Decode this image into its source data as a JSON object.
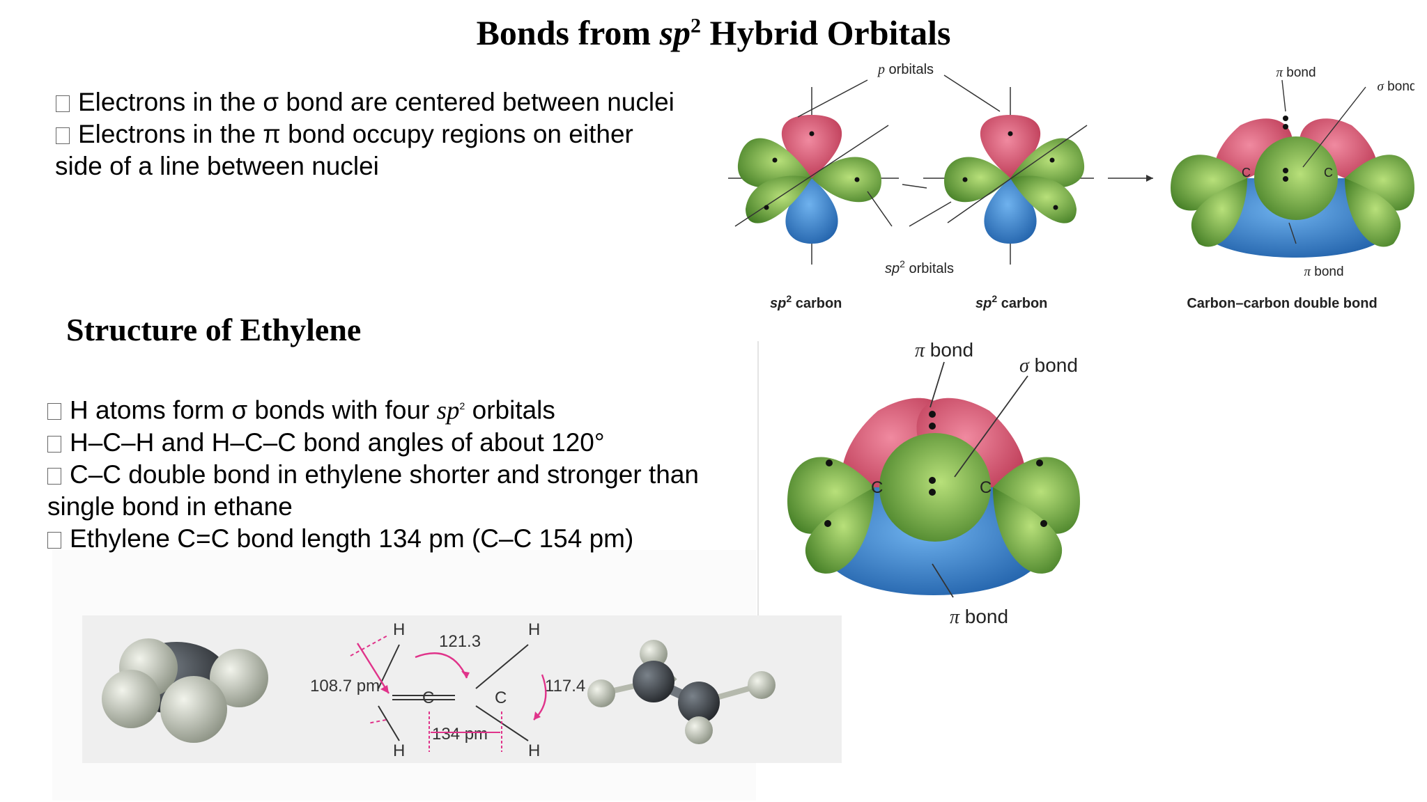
{
  "title": {
    "prefix": "Bonds from ",
    "sp": "sp",
    "sup": "2",
    "suffix": " Hybrid Orbitals"
  },
  "bullets_top": [
    {
      "text": "Electrons in the σ bond are centered between nuclei"
    },
    {
      "text": "Electrons in the π bond occupy regions on either"
    },
    {
      "text": "side of a line between nuclei"
    }
  ],
  "ethylene_title": "Structure of Ethylene",
  "bullets_bottom": {
    "l1_pre": "H atoms form σ bonds with four ",
    "l1_sp": "sp",
    "l1_sup": "2",
    "l1_post": " orbitals",
    "l2": "H–C–H and H–C–C bond angles of about 120°",
    "l3": "C–C double bond in ethylene shorter and stronger than",
    "l4": "single bond in ethane",
    "l5": "Ethylene C=C bond length 134 pm (C–C 154 pm)"
  },
  "orbital_figure": {
    "p_orbitals": "p orbitals",
    "sp2_orbitals": "sp",
    "sp2_orbitals_suffix": " orbitals",
    "sp2_carbon": "carbon",
    "pi_bond": "π bond",
    "sigma_bond": "σ bond",
    "cc_double_bond": "Carbon–carbon double bond",
    "c_label": "C"
  },
  "ethylene_figure": {
    "pi_bond_top": "π bond",
    "sigma_bond": "σ bond",
    "pi_bond_bottom": "π bond",
    "c_label": "C"
  },
  "molecule_strip": {
    "h": "H",
    "c": "C",
    "angle_top": "121.3",
    "length_ch": "108.7 pm",
    "angle_right": "117.4",
    "length_cc": "134 pm"
  },
  "colors": {
    "pi_lobe": "#d9506e",
    "sp2_lobe": "#7fbd45",
    "lower_lobe": "#3b86cf",
    "annotation": "#e0338a"
  }
}
